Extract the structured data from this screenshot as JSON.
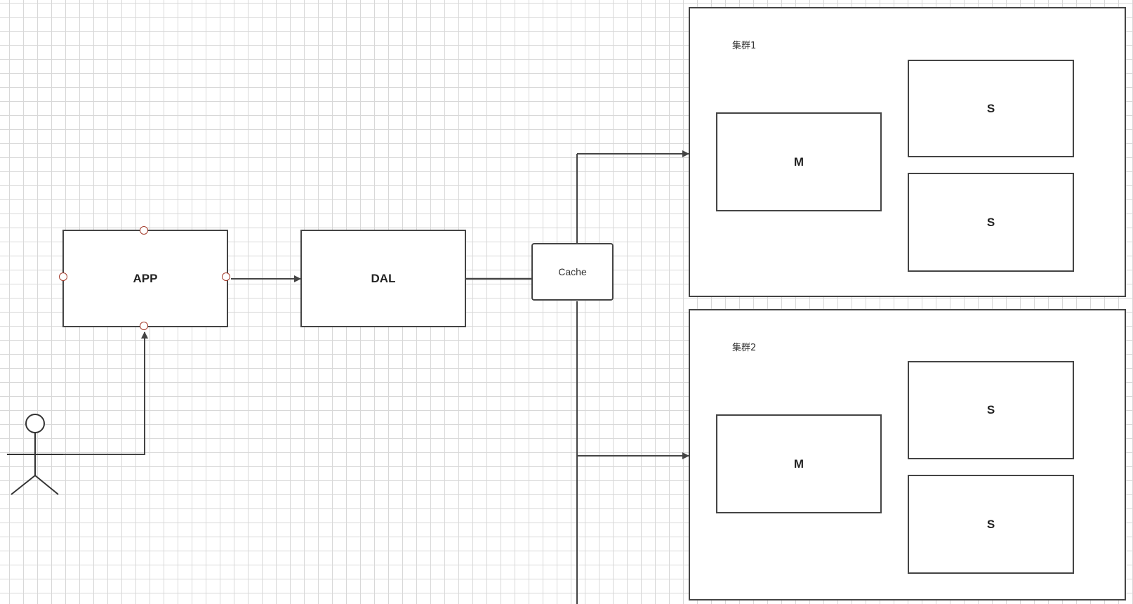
{
  "diagram": {
    "app": {
      "label": "APP"
    },
    "dal": {
      "label": "DAL"
    },
    "cache": {
      "label": "Cache"
    },
    "clusters": [
      {
        "title": "集群1",
        "master": {
          "label": "M"
        },
        "slaves": [
          {
            "label": "S"
          },
          {
            "label": "S"
          }
        ]
      },
      {
        "title": "集群2",
        "master": {
          "label": "M"
        },
        "slaves": [
          {
            "label": "S"
          },
          {
            "label": "S"
          }
        ]
      }
    ]
  },
  "colors": {
    "stroke": "#444444",
    "handle": "#a33a2a",
    "grid": "#d8d8d8"
  }
}
